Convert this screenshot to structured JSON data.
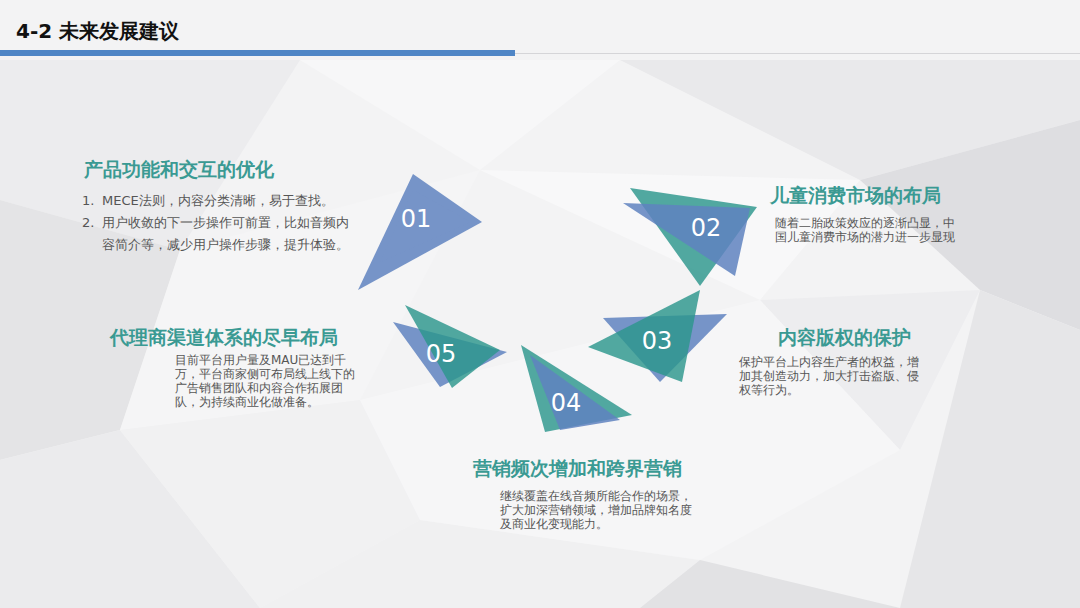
{
  "diagram": {
    "title": "4-2 未来发展建议",
    "nodes": [
      {
        "text": [
          "01"
        ]
      },
      {
        "text": [
          "02"
        ]
      },
      {
        "text": [
          "03"
        ]
      },
      {
        "text": [
          "04"
        ]
      },
      {
        "text": [
          "05"
        ]
      }
    ],
    "labels": [
      "产品功能和交互的优化",
      "1.",
      "MECE法则，内容分类清晰，易于查找。",
      "2.",
      "用户收敛的下一步操作可前置，比如音频内容简介等，减少用户操作步骤，提升体验。",
      "儿童消费市场的布局",
      "随着二胎政策效应的逐渐凸显，中国儿童消费市场的潜力进一步显现",
      "内容版权的保护",
      "保护平台上内容生产者的权益，增加其创造动力，加大打击盗版、侵权等行为。",
      "代理商渠道体系的尽早布局",
      "目前平台用户量及MAU已达到千万，平台商家侧可布局线上线下的广告销售团队和内容合作拓展团队，为持续商业化做准备。",
      "营销频次增加和跨界营销",
      "继续覆盖在线音频所能合作的场景，扩大加深营销领域，增加品牌知名度及商业化变现能力。"
    ]
  }
}
